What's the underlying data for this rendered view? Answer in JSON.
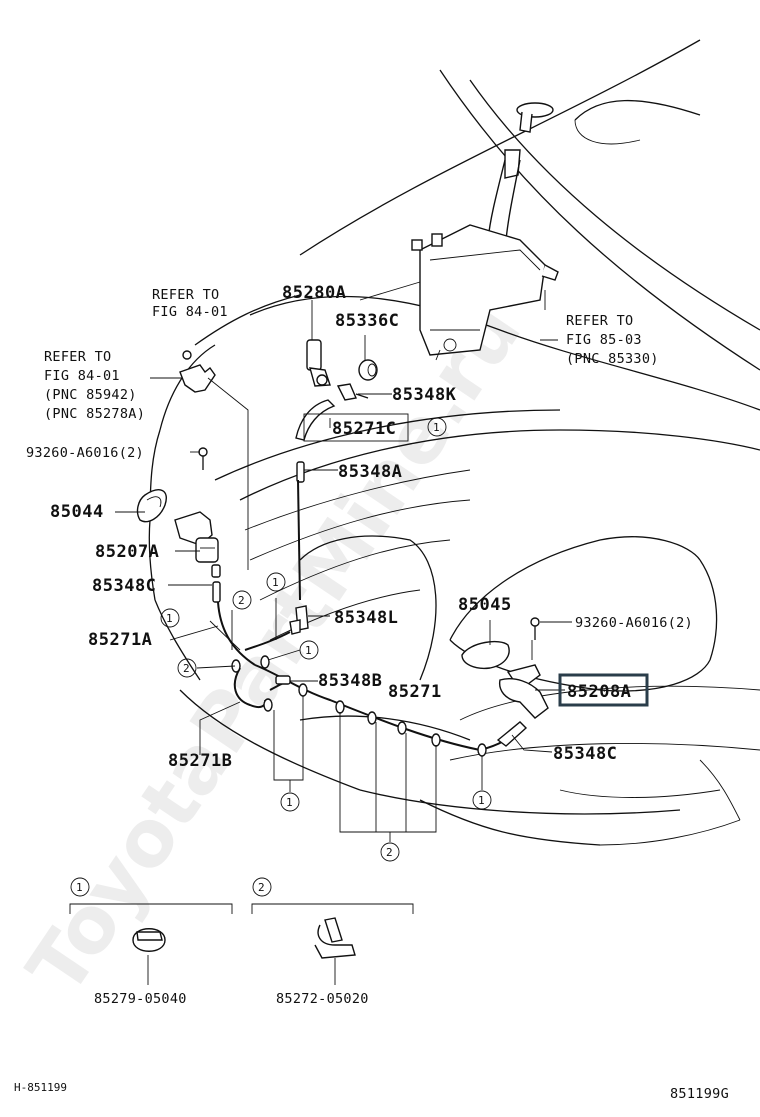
{
  "watermark": "ToyotaPartMine.ru",
  "callouts": {
    "refer_84_01_a": {
      "line1": "REFER TO",
      "line2": "FIG 84-01"
    },
    "refer_84_01_b": {
      "line1": "REFER TO",
      "line2": "FIG 84-01",
      "line3": "(PNC 85942)",
      "line4": "(PNC 85278A)"
    },
    "refer_85_03": {
      "line1": "REFER TO",
      "line2": "FIG 85-03",
      "line3": "(PNC 85330)"
    }
  },
  "parts": {
    "p85280A": "85280A",
    "p85336C": "85336C",
    "p85348K": "85348K",
    "p85271C": "85271C",
    "p93260_left": "93260-A6016(2)",
    "p85348A": "85348A",
    "p85044": "85044",
    "p85207A": "85207A",
    "p85348C_left": "85348C",
    "p85348L": "85348L",
    "p85271A": "85271A",
    "p85045": "85045",
    "p93260_right": "93260-A6016(2)",
    "p85348B": "85348B",
    "p85271": "85271",
    "p85208A": "85208A",
    "p85348C_right": "85348C",
    "p85271B": "85271B"
  },
  "markers": {
    "one": "1",
    "two": "2"
  },
  "legend": {
    "clip1_code": "85279-05040",
    "clip2_code": "85272-05020"
  },
  "footer": {
    "left_code": "H-851199",
    "right_code": "851199G"
  },
  "highlight_color": "#2a3d4a"
}
